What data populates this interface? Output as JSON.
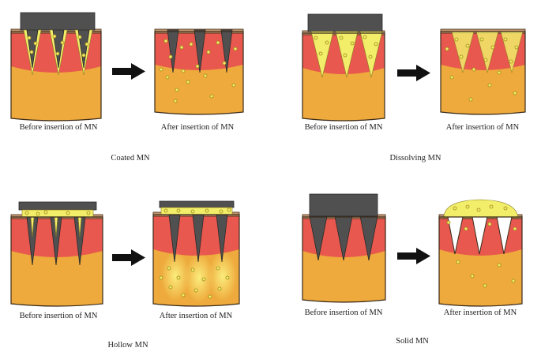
{
  "panels": [
    {
      "id": "coated",
      "title": "Coated MN",
      "before_caption": "Before insertion of MN",
      "after_caption": "After insertion of MN"
    },
    {
      "id": "dissolving",
      "title": "Dissolving MN",
      "before_caption": "Before insertion of MN",
      "after_caption": "After insertion of MN"
    },
    {
      "id": "hollow",
      "title": "Hollow MN",
      "before_caption": "Before insertion of MN",
      "after_caption": "After insertion of MN"
    },
    {
      "id": "solid",
      "title": "Solid MN",
      "before_caption": "Before insertion of MN",
      "after_caption": "After insertion of MN"
    }
  ],
  "colors": {
    "dermis": "#eeaa3c",
    "dermis_highlight": "#f6c860",
    "epidermis": "#e8584e",
    "epidermis_light": "#f27a5c",
    "stratum_corneum": "#c99a70",
    "needle": "#505050",
    "drug": "#f2ee6a",
    "drug_dot": "#c0a020",
    "arrow": "#111111",
    "outline": "#3a2a1a"
  }
}
